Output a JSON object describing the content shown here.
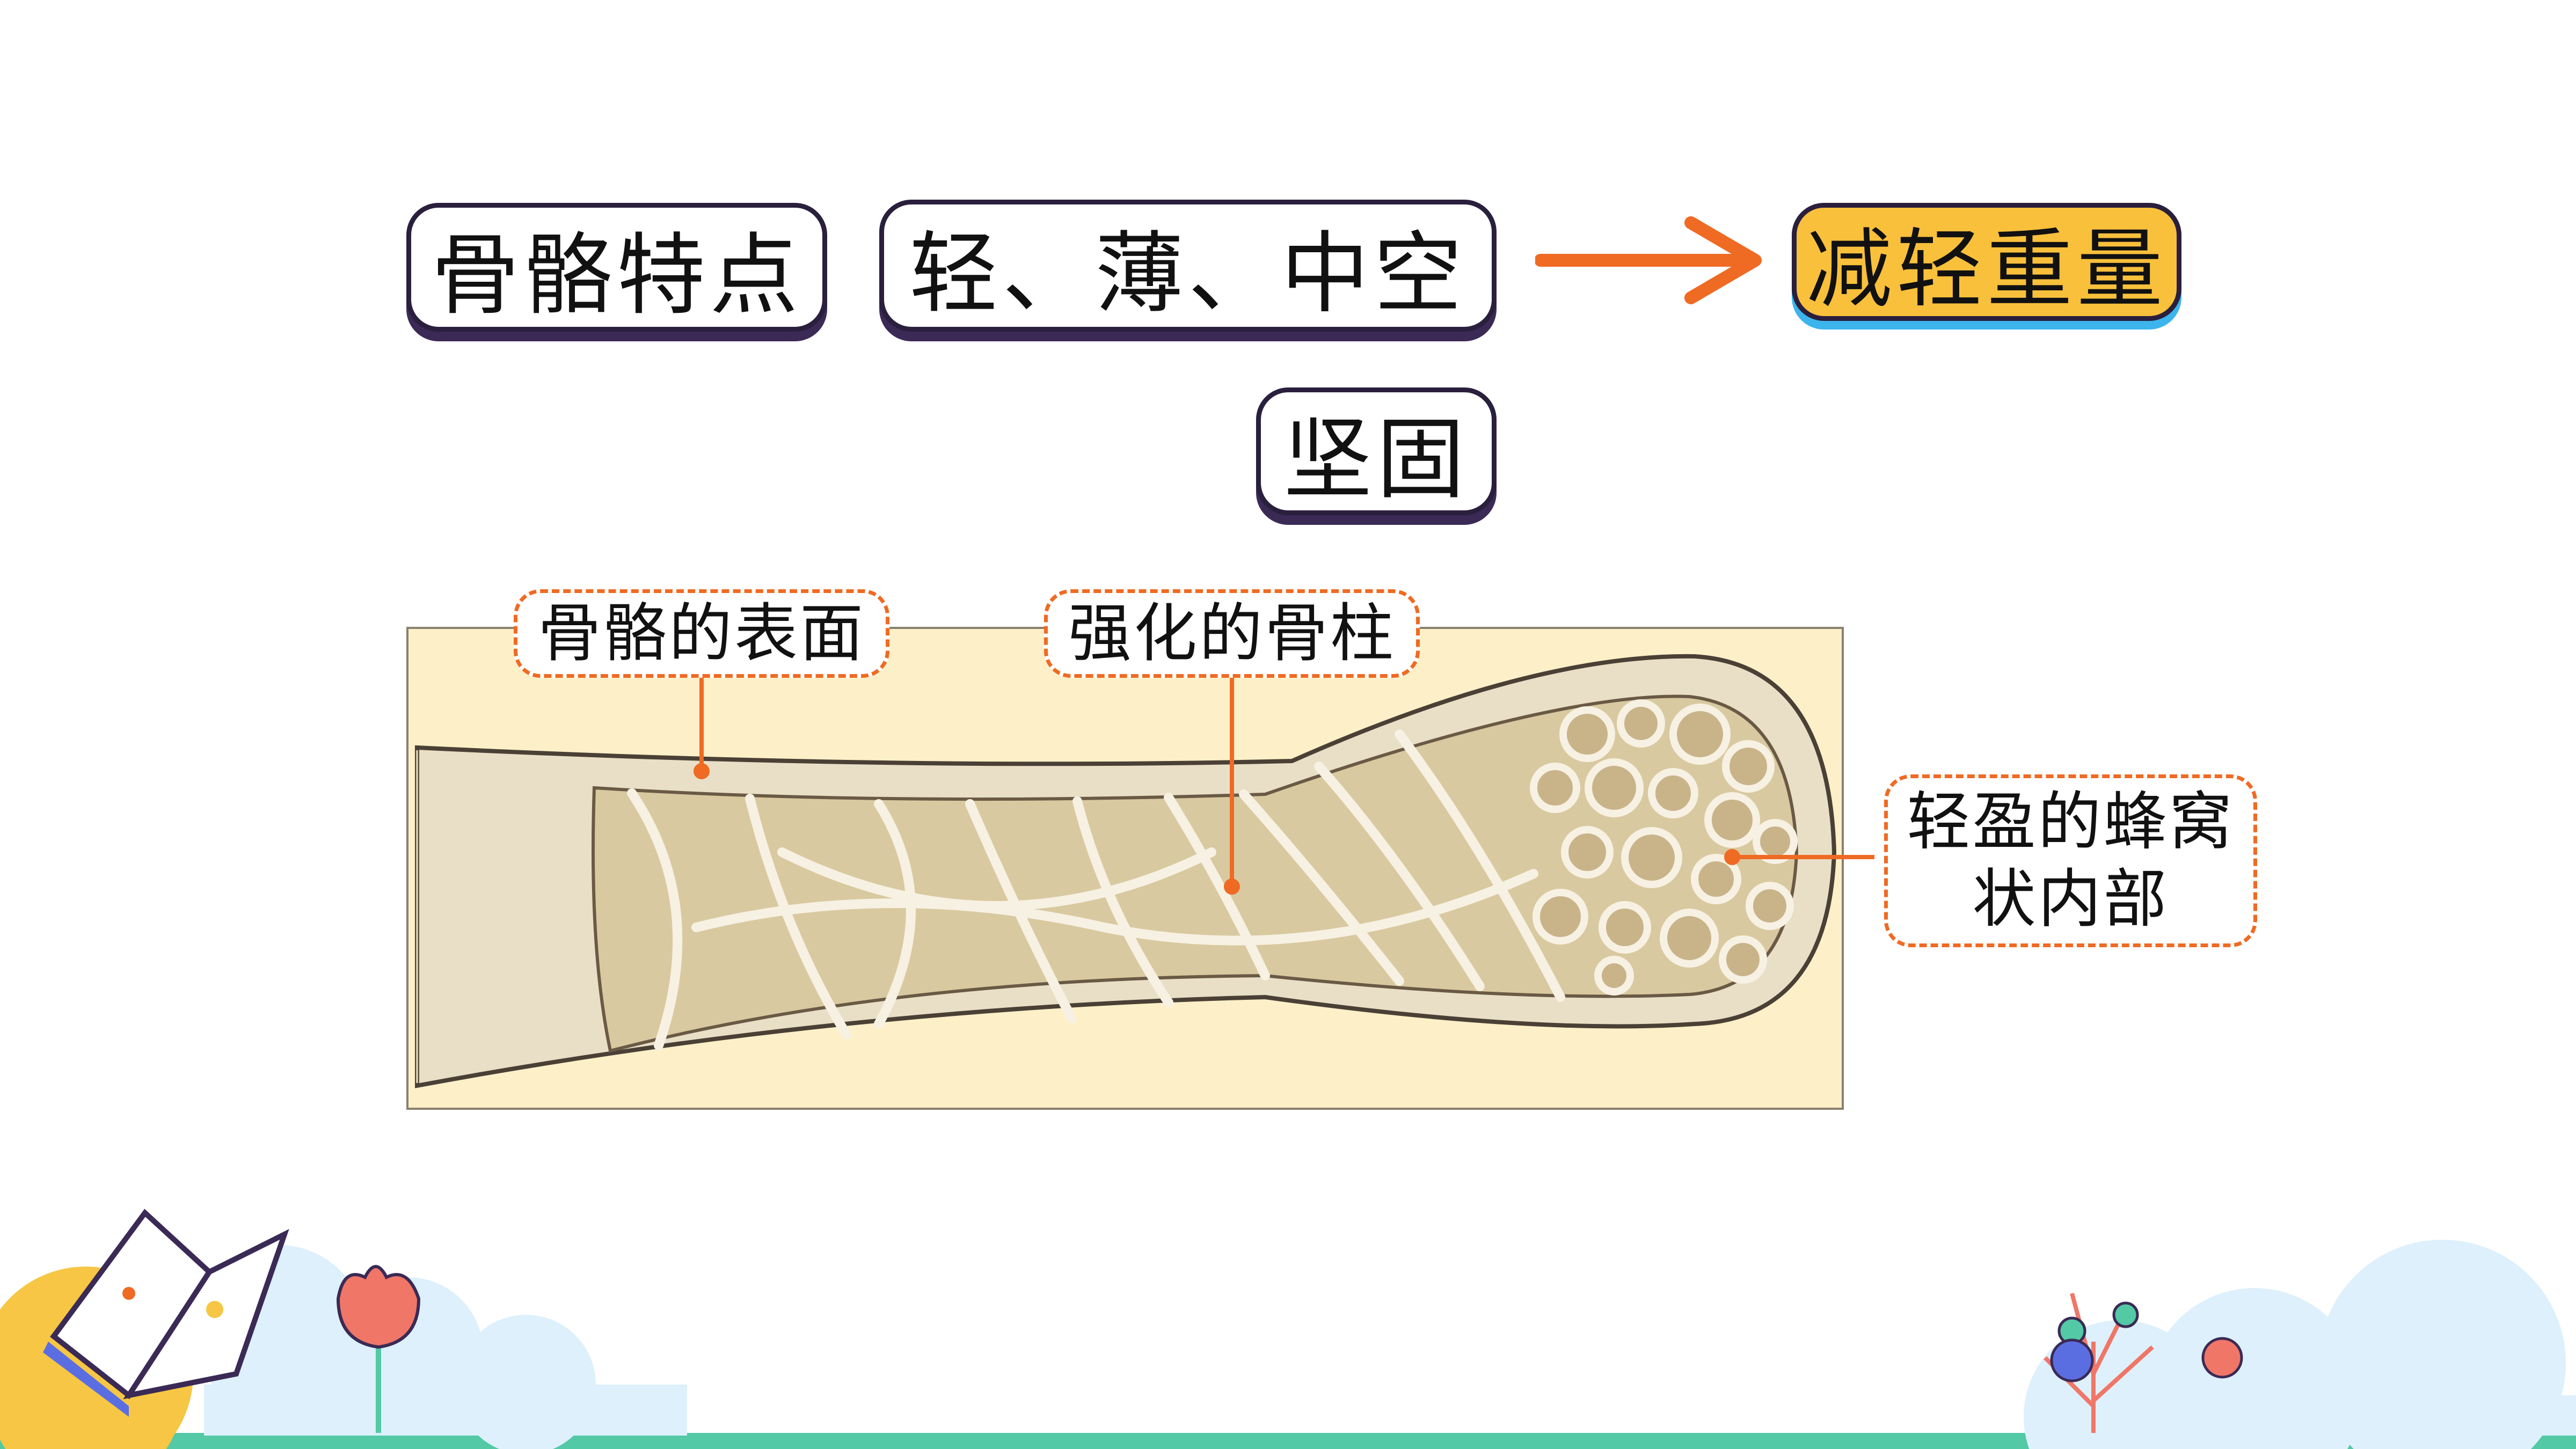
{
  "concept_row": {
    "bone_trait": "骨骼特点",
    "features": "轻、薄、中空",
    "effect": "减轻重量",
    "strength": "坚固"
  },
  "diagram_labels": {
    "surface": "骨骼的表面",
    "columns": "强化的骨柱",
    "honeycomb_line1": "轻盈的蜂窝",
    "honeycomb_line2": "状内部"
  },
  "colors": {
    "accent_orange": "#ef6a23",
    "result_yellow": "#f9c03b",
    "result_shadow_blue": "#3cb4ec",
    "pill_border": "#2a1f3d",
    "diagram_bg": "#fdf0c8"
  },
  "icons": [
    "arrow-right-icon",
    "open-book-icon",
    "flower-icon",
    "tree-balls-icon",
    "cloud-icon"
  ]
}
